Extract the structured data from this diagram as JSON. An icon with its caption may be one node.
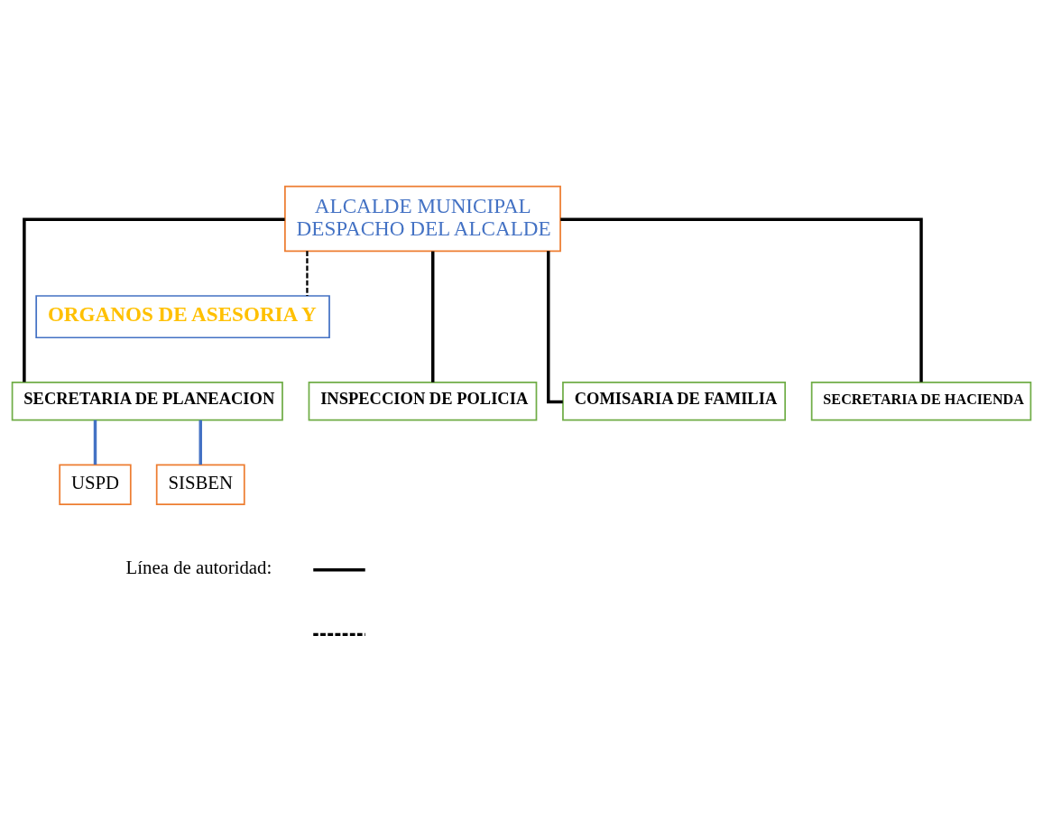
{
  "diagram": {
    "nodes": [
      {
        "text": [
          "ALCALDE MUNICIPAL",
          "DESPACHO DEL ALCALDE"
        ]
      },
      {
        "text": [
          "ORGANOS DE ASESORIA Y"
        ]
      },
      {
        "text": [
          "SECRETARIA DE PLANEACION"
        ]
      },
      {
        "text": [
          "INSPECCION DE POLICIA"
        ]
      },
      {
        "text": [
          "COMISARIA DE FAMILIA"
        ]
      },
      {
        "text": [
          "SECRETARIA DE HACIENDA"
        ]
      },
      {
        "text": [
          "USPD"
        ]
      },
      {
        "text": [
          "SISBEN"
        ]
      }
    ],
    "edges": [
      {
        "from": 0,
        "to": 1,
        "arrow": "none",
        "style": "dashed"
      },
      {
        "from": 0,
        "to": 2,
        "arrow": "none"
      },
      {
        "from": 0,
        "to": 3,
        "arrow": "none"
      },
      {
        "from": 0,
        "to": 4,
        "arrow": "none"
      },
      {
        "from": 0,
        "to": 5,
        "arrow": "none"
      },
      {
        "from": 2,
        "to": 6,
        "arrow": "none",
        "color": "#4472c4"
      },
      {
        "from": 2,
        "to": 7,
        "arrow": "none",
        "color": "#4472c4"
      }
    ],
    "legend": [
      {
        "text": "Línea de autoridad:"
      }
    ]
  }
}
